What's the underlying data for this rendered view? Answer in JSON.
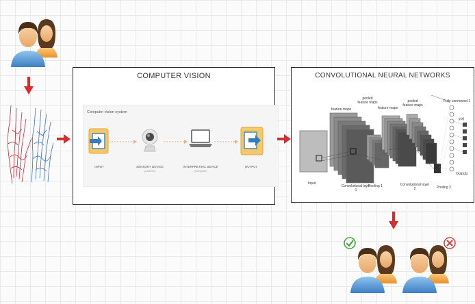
{
  "colors": {
    "arrow": "#d32f2f",
    "panel_border": "#2b2b2b",
    "check": "#3aa335",
    "cross": "#d93b3b",
    "skin": "#f4c28a",
    "male_shirt": "#5b9bd5",
    "female_shirt": "#f2a74b"
  },
  "panels": {
    "cv": {
      "title": "COMPUTER VISION",
      "system_label": "Computer vision system",
      "steps": [
        {
          "label": "INPUT",
          "sublabel": ""
        },
        {
          "label": "SENSORY DEVICE",
          "sublabel": "(camera)"
        },
        {
          "label": "INTERPRETING DEVICE",
          "sublabel": "(computer)"
        },
        {
          "label": "OUTPUT",
          "sublabel": ""
        }
      ]
    },
    "cnn": {
      "title": "CONVOLUTIONAL  NEURAL NETWORKS",
      "labels": {
        "input": "Input",
        "feature_maps_1": "feature maps",
        "pooled_1": "pooled feature maps",
        "feature_maps_2": "feature maps",
        "pooled_2": "pooled feature maps",
        "fully_connected": "Fully connected 1",
        "conv1": "Convolutional layer 1",
        "pool1": "Pooling 1",
        "conv2": "Convolutional layer 2",
        "pool2": "Pooling 2",
        "outputs": "Outputs",
        "yx": "y(x)"
      }
    }
  },
  "icons": {
    "users_top": "users-icon",
    "hands": "hand-vein-icon",
    "check": "check-circle-icon",
    "cross": "cross-circle-icon"
  }
}
